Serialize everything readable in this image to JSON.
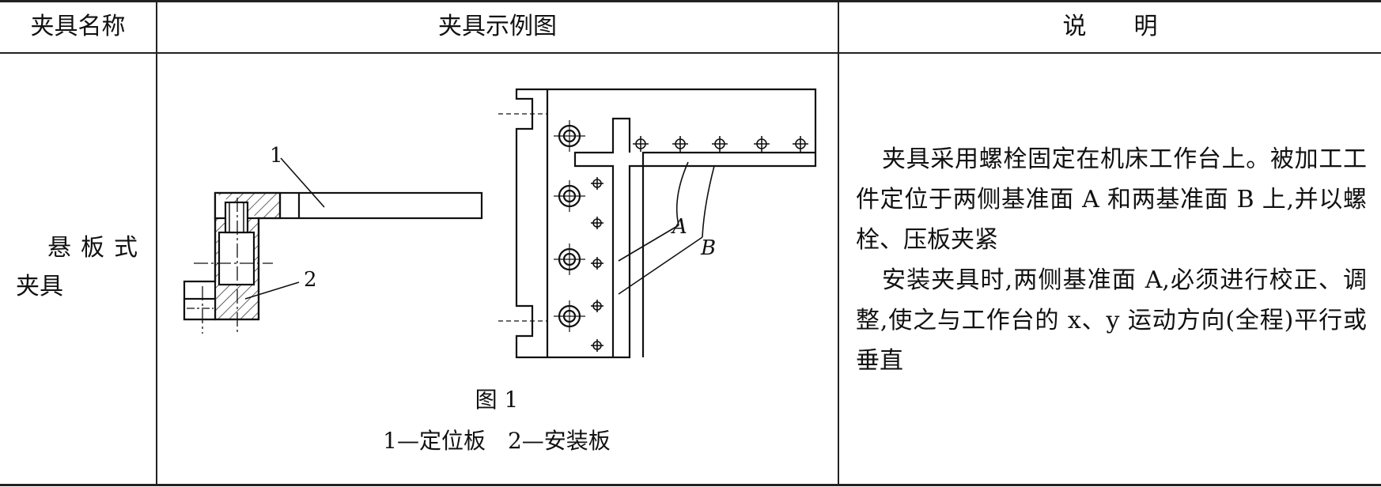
{
  "header": {
    "col1": "夹具名称",
    "col2": "夹具示例图",
    "col3": "说　　明"
  },
  "row": {
    "name_line1": "悬板式",
    "name_line2": "夹具",
    "figure": {
      "title": "图 1",
      "legend": "1—定位板　2—安装板",
      "callouts": [
        "1",
        "2",
        "A",
        "B"
      ]
    },
    "description": {
      "para1": "夹具采用螺栓固定在机床工作台上。被加工工件定位于两侧基准面 A 和两基准面 B 上,并以螺栓、压板夹紧",
      "para2": "安装夹具时,两侧基准面 A,必须进行校正、调整,使之与工作台的 x、y 运动方向(全程)平行或垂直"
    }
  }
}
